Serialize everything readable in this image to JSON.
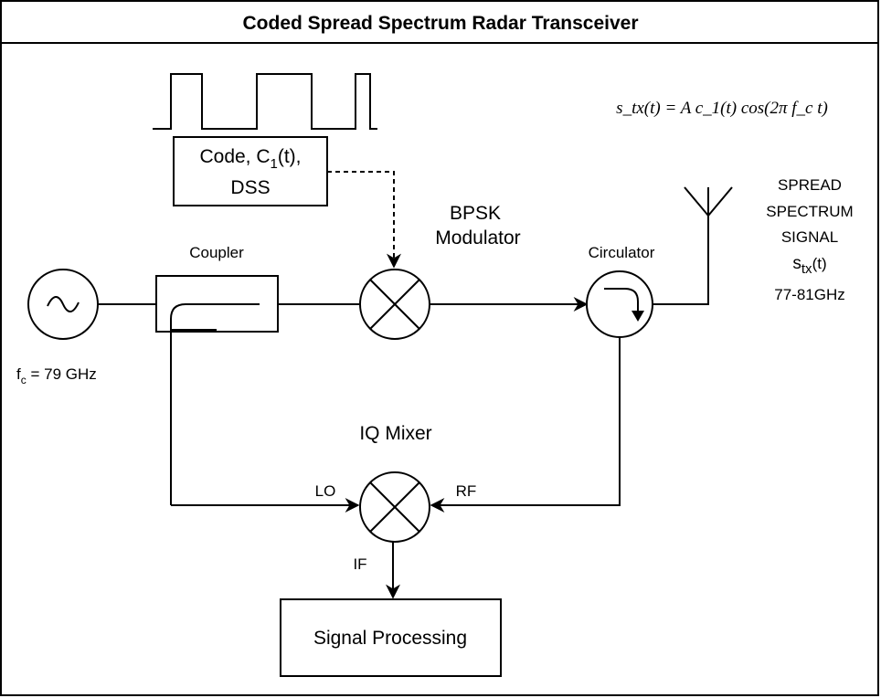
{
  "title": "Coded Spread Spectrum Radar Transceiver",
  "code_block": {
    "line1_prefix": "Code, C",
    "line1_sub": "1",
    "line1_suffix": "(t),",
    "line2": "DSS"
  },
  "bpsk": {
    "line1": "BPSK",
    "line2": "Modulator"
  },
  "coupler_label": "Coupler",
  "circulator_label": "Circulator",
  "oscillator": {
    "prefix": "f",
    "sub": "c",
    "suffix": " = 79 GHz"
  },
  "antenna_text": {
    "line1": "SPREAD",
    "line2": "SPECTRUM",
    "line3": "SIGNAL",
    "line4_prefix": "s",
    "line4_sub": "tx",
    "line4_suffix": "(t)",
    "line5": "77-81GHz"
  },
  "formula": "s_tx(t) = A c_1(t) cos(2π f_c t)",
  "iq_mixer_label": "IQ Mixer",
  "port_labels": {
    "lo": "LO",
    "rf": "RF",
    "if": "IF"
  },
  "signal_processing_label": "Signal Processing",
  "colors": {
    "line": "#000000",
    "background": "#ffffff"
  },
  "icons": [
    "sine-wave-icon",
    "mixer-x-icon",
    "circulator-arrow-icon",
    "antenna-icon",
    "square-wave-icon"
  ]
}
